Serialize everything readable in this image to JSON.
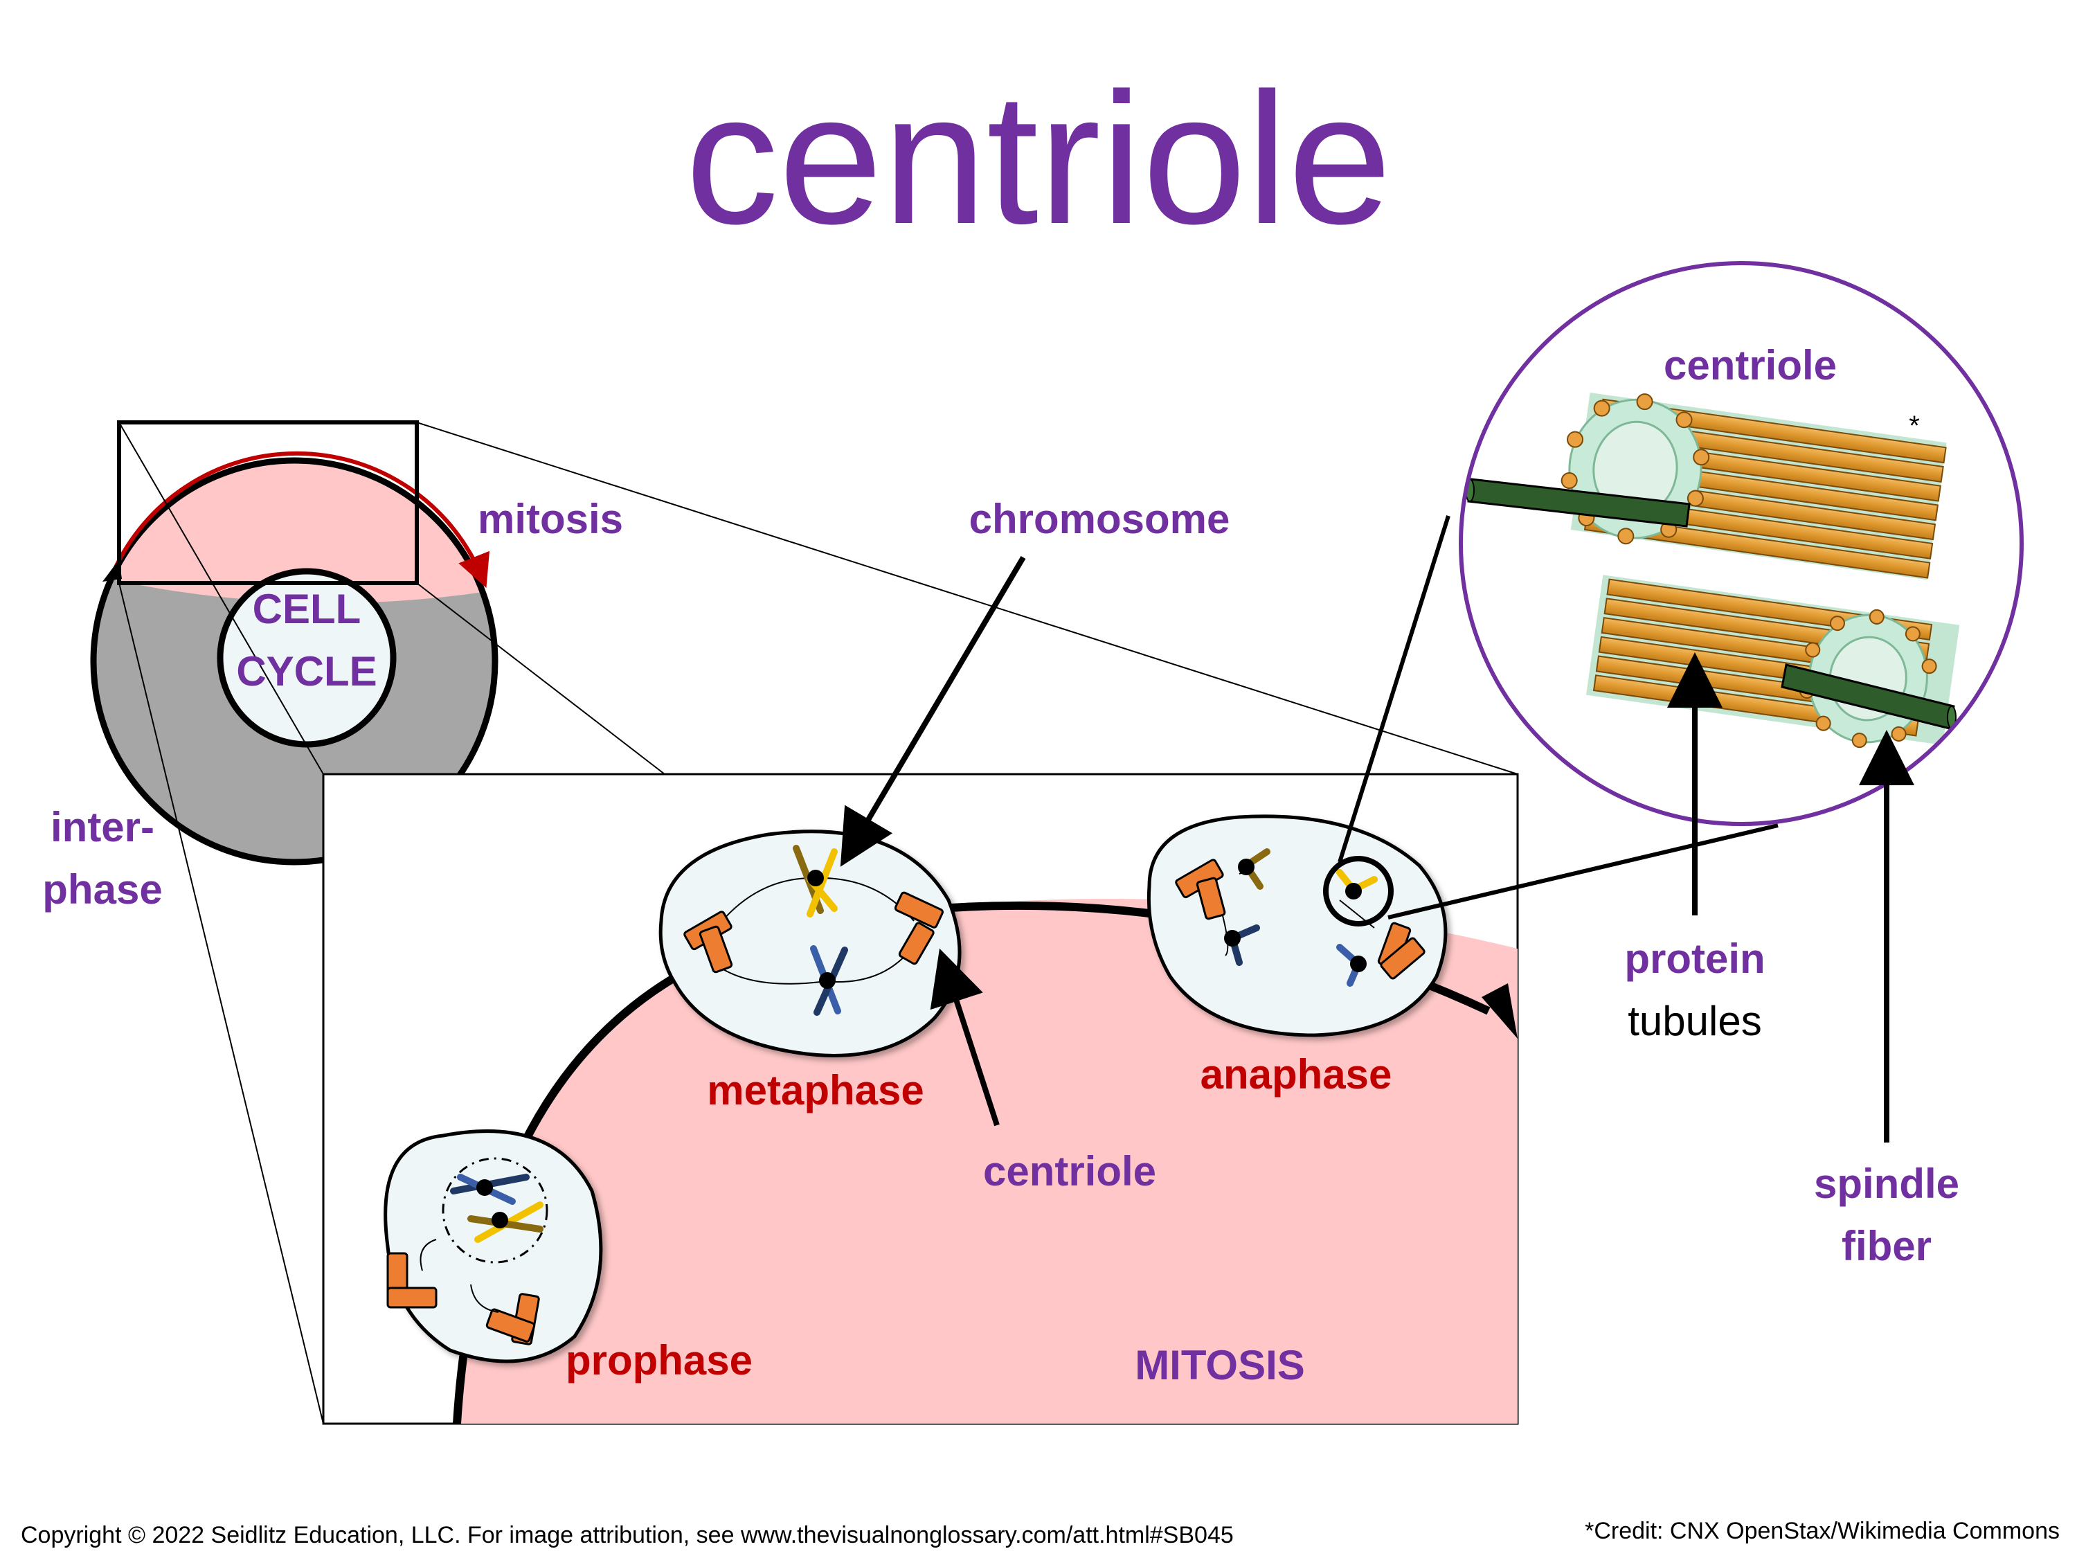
{
  "title": "centriole",
  "colors": {
    "purple": "#7030a0",
    "red": "#c00000",
    "pink": "#ffc7c7",
    "cell_fill": "#eef6f8",
    "gray": "#a6a6a6",
    "centriole_orange": "#ed7d31",
    "tubule_orange": "#e8a040",
    "tubule_green": "#a9dcc0",
    "spindle_green": "#2e5c2a",
    "chromosome_yellow": "#f2c200",
    "chromosome_brown": "#8a6a10",
    "chromosome_blue": "#3a5fa8",
    "chromosome_navy": "#1f3864"
  },
  "cell_cycle": {
    "center_line1": "CELL",
    "center_line2": "CYCLE",
    "mitosis_label": "mitosis",
    "interphase_line1": "inter-",
    "interphase_line2": "phase"
  },
  "mitosis_panel": {
    "title": "MITOSIS",
    "phases": {
      "prophase": "prophase",
      "metaphase": "metaphase",
      "anaphase": "anaphase"
    }
  },
  "labels": {
    "chromosome": "chromosome",
    "centriole_pointer": "centriole",
    "protein": "protein",
    "tubules": "tubules",
    "spindle_line1": "spindle",
    "spindle_line2": "fiber"
  },
  "zoom": {
    "title": "centriole",
    "asterisk": "*"
  },
  "footer": {
    "copyright": "Copyright © 2022 Seidlitz Education, LLC.  For image attribution, see www.thevisualnonglossary.com/att.html#SB045",
    "credit": "*Credit: CNX OpenStax/Wikimedia Commons"
  }
}
